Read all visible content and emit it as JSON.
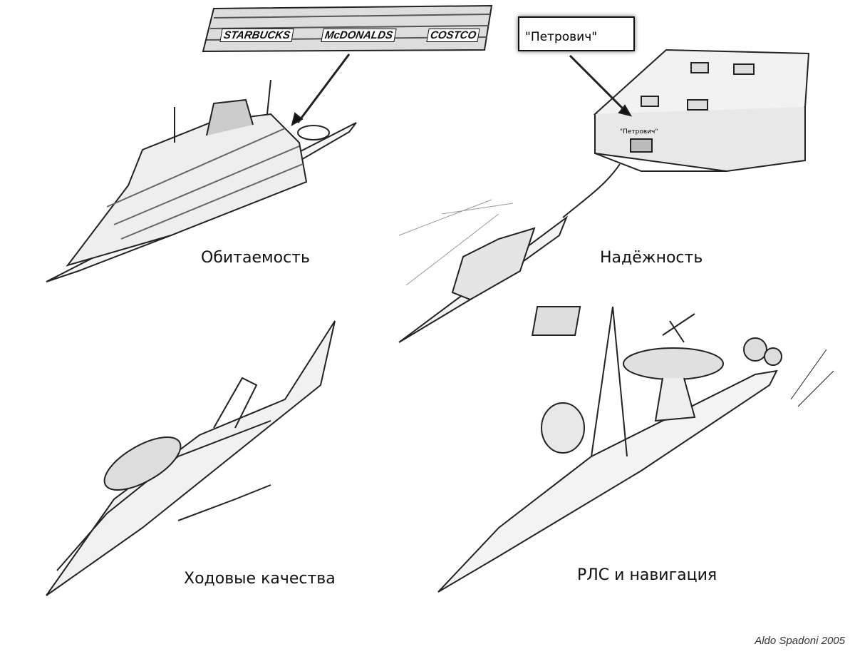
{
  "banner": {
    "brands": [
      "STARBUCKS",
      "McDONALDS",
      "COSTCO"
    ]
  },
  "callout": {
    "name": "\"Петрович\"",
    "small_name": "\"Петрович\""
  },
  "labels": {
    "habitability": "Обитаемость",
    "reliability": "Надёжность",
    "performance": "Ходовые качества",
    "radar": "РЛС и навигация"
  },
  "signature": "Aldo Spadoni 2005"
}
